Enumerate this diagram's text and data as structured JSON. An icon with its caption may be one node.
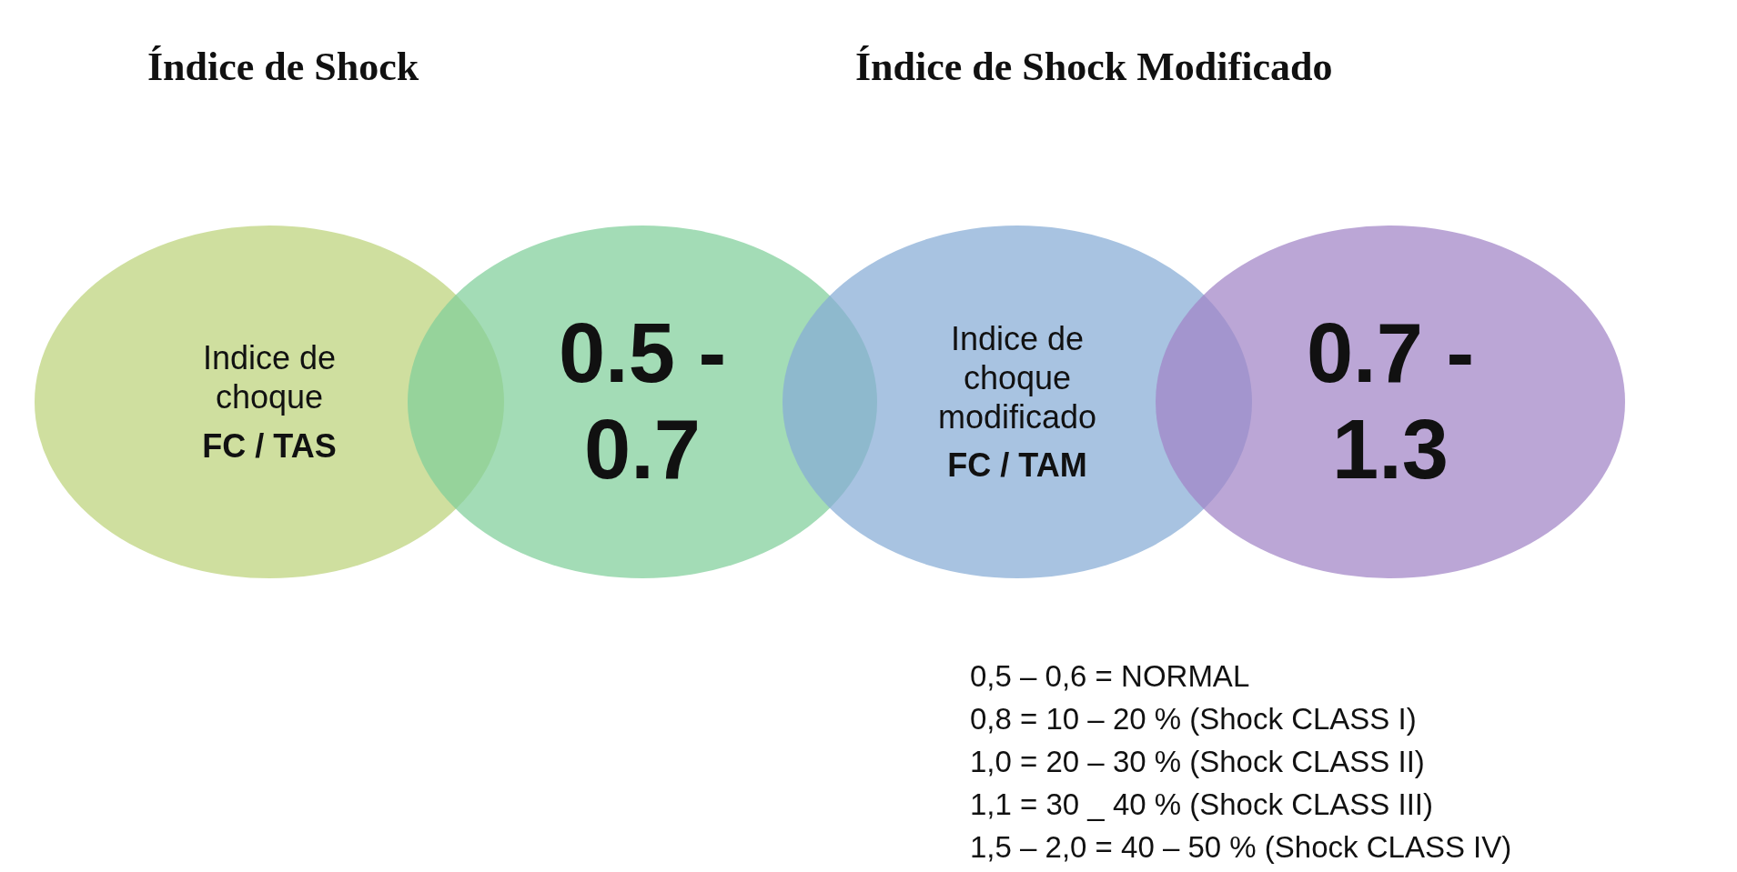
{
  "diagram": {
    "nodes": [
      {
        "text": [
          "Indice de choque",
          "FC / TAS"
        ]
      },
      {
        "text": [
          "0.5 - 0.7"
        ]
      },
      {
        "text": [
          "Indice de choque modificado",
          "FC / TAM"
        ]
      },
      {
        "text": [
          "0.7 - 1.3"
        ]
      }
    ],
    "labels": [
      "Índice de Shock",
      "Índice de Shock Modificado",
      "0,5 – 0,6 = NORMAL",
      "0,8 = 10 – 20 % (Shock CLASS I)",
      "1,0 = 20 – 30 % (Shock CLASS II)",
      "1,1 = 30 _ 40 % (Shock CLASS III)",
      "1,5 – 2,0 = 40 – 50 % (Shock CLASS IV)"
    ]
  }
}
